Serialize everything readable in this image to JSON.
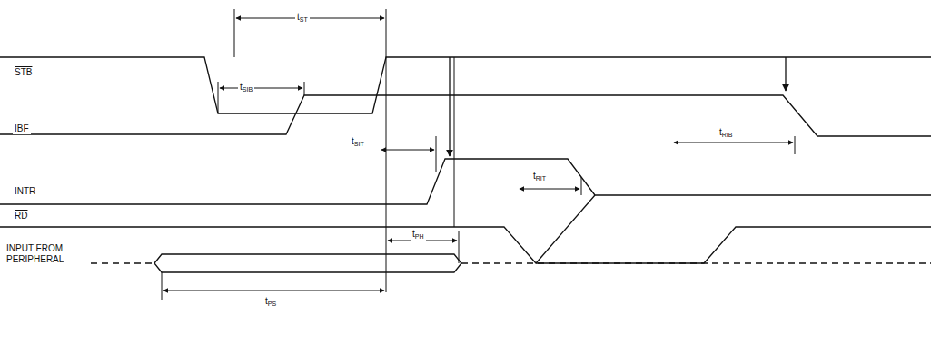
{
  "diagram": {
    "labels": [
      "STB",
      "tST",
      "tSIB",
      "IBF",
      "tSIT",
      "INTR",
      "tRIT",
      "tRIB",
      "RD",
      "tPH",
      "INPUT FROM PERIPHERAL",
      "tPS"
    ]
  }
}
